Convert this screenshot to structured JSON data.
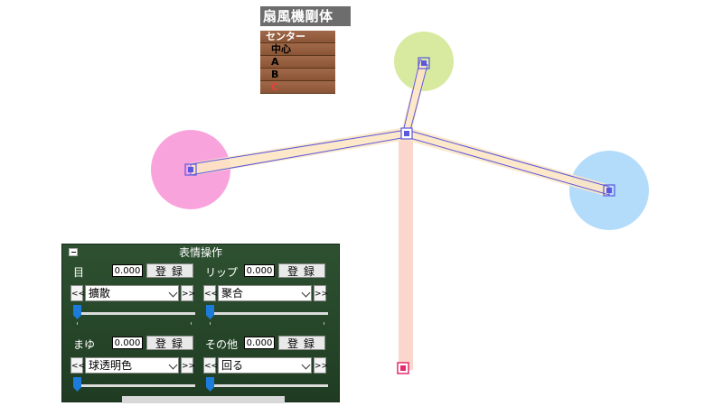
{
  "bone_list": {
    "title": "扇風機剛体",
    "items": [
      "センター",
      "中心",
      "A",
      "B",
      "C"
    ]
  },
  "face_panel": {
    "title": "表情操作",
    "groups": [
      {
        "label": "目",
        "value": "0.000",
        "register": "登録",
        "selected": "擴散",
        "level": 0
      },
      {
        "label": "リップ",
        "value": "0.000",
        "register": "登録",
        "selected": "聚合",
        "level": 0
      },
      {
        "label": "まゆ",
        "value": "0.000",
        "register": "登録",
        "selected": "球透明色",
        "level": 0
      },
      {
        "label": "その他",
        "value": "0.000",
        "register": "登録",
        "selected": "回る",
        "level": 0
      }
    ],
    "prev_glyph": "<<",
    "next_glyph": ">>"
  },
  "colors": {
    "pink_ball": "#f9a3dd",
    "green_ball": "#d7eaa0",
    "blue_ball": "#b3dcfb",
    "bone_outline": "#5a58e0",
    "arm_band": "#fde5c3",
    "pole_band": "#fbd6cd",
    "root_marker": "#e22b6c"
  }
}
